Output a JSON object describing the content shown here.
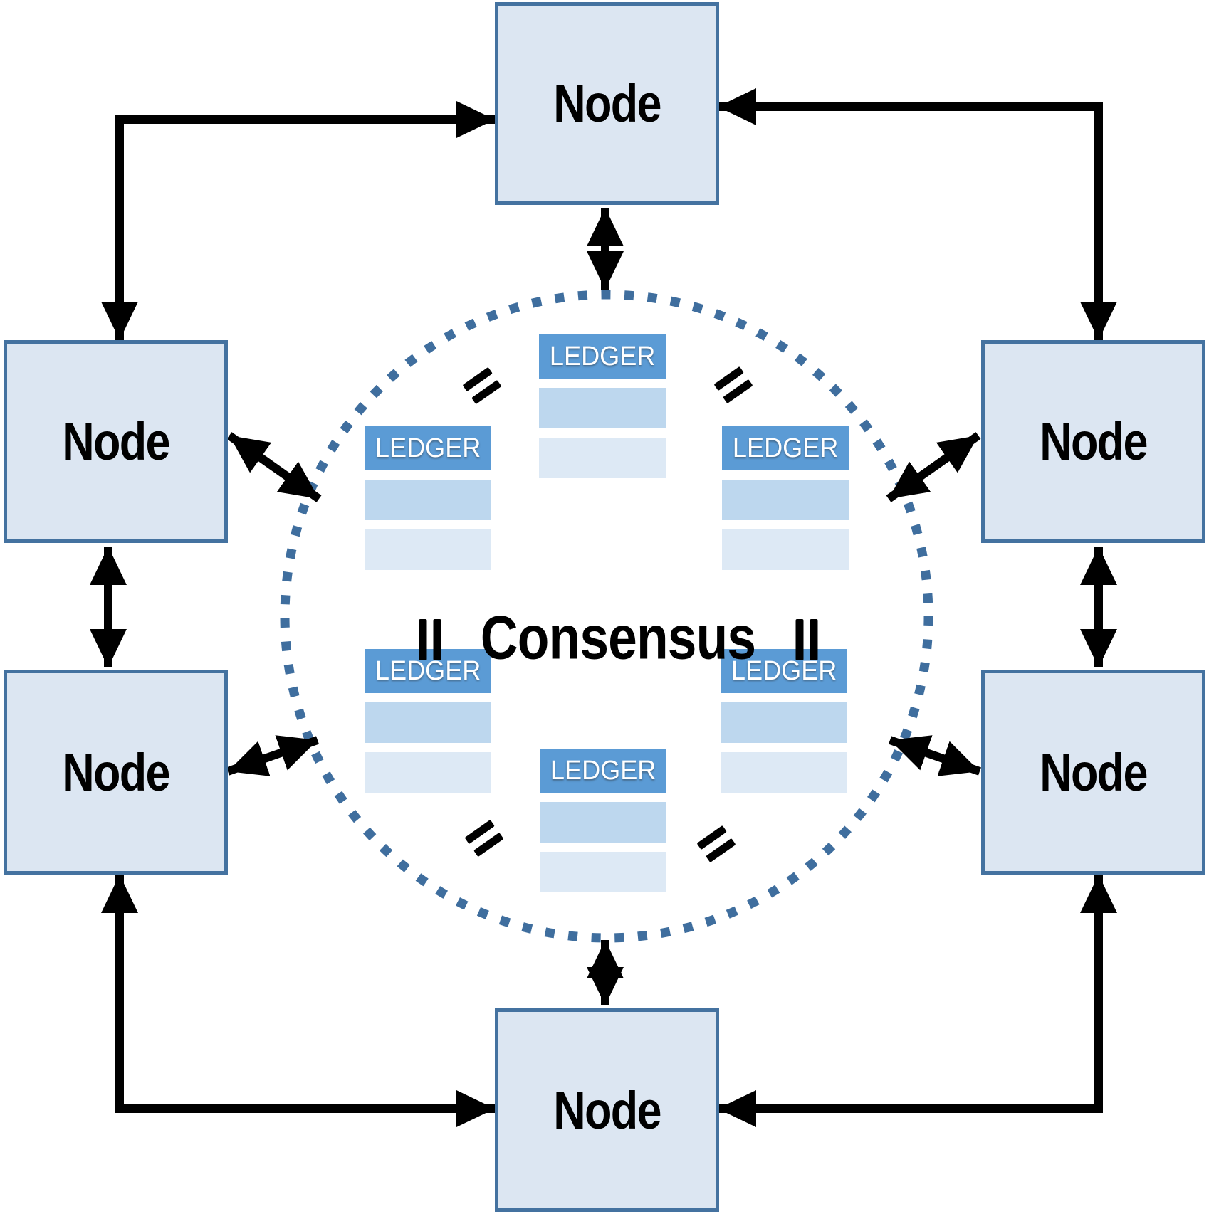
{
  "diagram": {
    "center": {
      "label": "Consensus"
    },
    "nodes": [
      {
        "id": "top",
        "label": "Node"
      },
      {
        "id": "upper-left",
        "label": "Node"
      },
      {
        "id": "upper-right",
        "label": "Node"
      },
      {
        "id": "lower-left",
        "label": "Node"
      },
      {
        "id": "lower-right",
        "label": "Node"
      },
      {
        "id": "bottom",
        "label": "Node"
      }
    ],
    "ledgers": [
      {
        "id": "top",
        "label": "LEDGER",
        "rows": 2
      },
      {
        "id": "upper-left",
        "label": "LEDGER",
        "rows": 2
      },
      {
        "id": "upper-right",
        "label": "LEDGER",
        "rows": 2
      },
      {
        "id": "lower-left",
        "label": "LEDGER",
        "rows": 2
      },
      {
        "id": "lower-right",
        "label": "LEDGER",
        "rows": 2
      },
      {
        "id": "bottom",
        "label": "LEDGER",
        "rows": 2
      }
    ],
    "colors": {
      "node_fill": "#dce6f2",
      "node_border": "#4472a0",
      "ledger_header": "#5b9bd5",
      "ledger_row_1": "#bdd7ee",
      "ledger_row_2": "#dde9f5",
      "circle_dots": "#3f6e9e",
      "arrows": "#000000",
      "equals_marks": "#000000"
    }
  }
}
